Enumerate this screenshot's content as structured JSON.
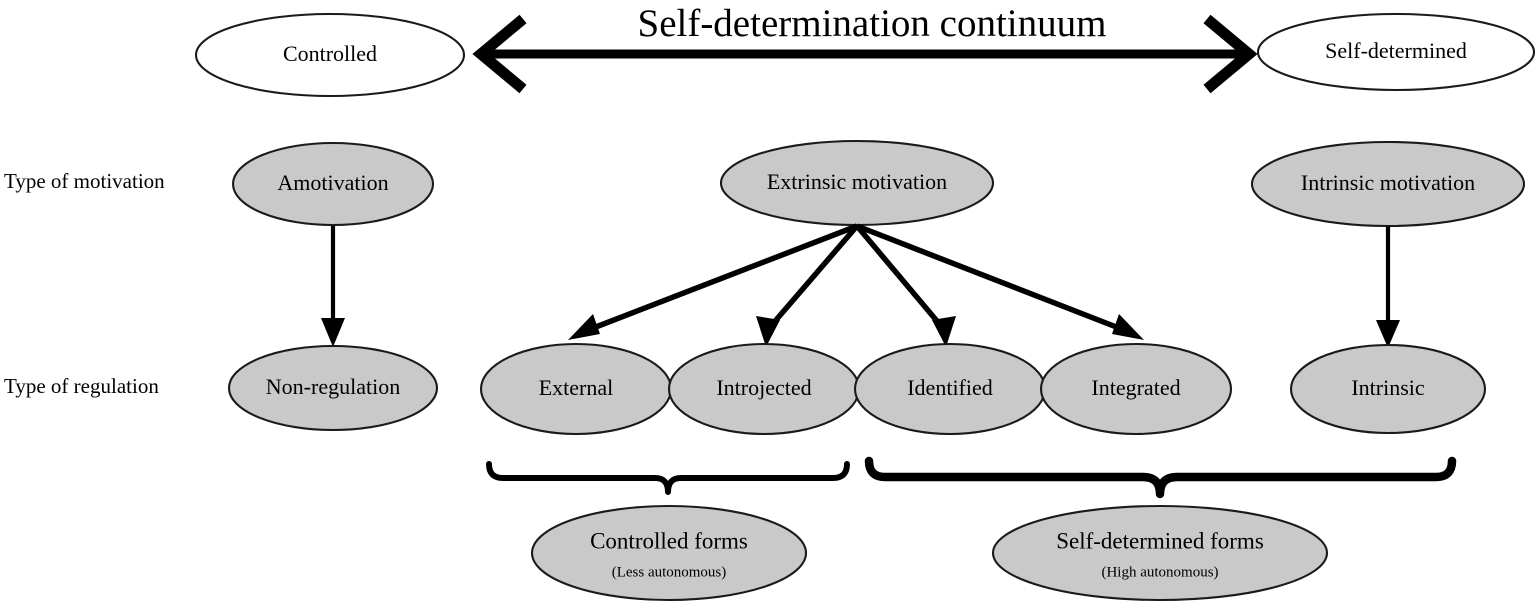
{
  "figure": {
    "title": "Self-determination continuum",
    "background_color": "#ffffff",
    "node_fill_gray": "#c9c9c9",
    "node_fill_white": "#ffffff",
    "stroke_color": "#000000"
  },
  "continuum": {
    "left_pole": "Controlled",
    "right_pole": "Self-determined",
    "title": "Self-determination continuum",
    "arrow_direction": "double"
  },
  "row_labels": {
    "motivation": "Type of motivation",
    "regulation": "Type of regulation"
  },
  "motivation_nodes": [
    {
      "label": "Amotivation"
    },
    {
      "label": "Extrinsic motivation"
    },
    {
      "label": "Intrinsic motivation"
    }
  ],
  "regulation_nodes": [
    {
      "label": "Non-regulation"
    },
    {
      "label": "External"
    },
    {
      "label": "Introjected"
    },
    {
      "label": "Identified"
    },
    {
      "label": "Integrated"
    },
    {
      "label": "Intrinsic"
    }
  ],
  "grouping_nodes": [
    {
      "label": "Controlled forms",
      "sublabel": "(Less autonomous)"
    },
    {
      "label": "Self-determined forms",
      "sublabel": "(High autonomous)"
    }
  ],
  "connections": [
    {
      "from": "Amotivation",
      "to": "Non-regulation"
    },
    {
      "from": "Extrinsic motivation",
      "to": "External"
    },
    {
      "from": "Extrinsic motivation",
      "to": "Introjected"
    },
    {
      "from": "Extrinsic motivation",
      "to": "Identified"
    },
    {
      "from": "Extrinsic motivation",
      "to": "Integrated"
    },
    {
      "from": "Intrinsic motivation",
      "to": "Intrinsic"
    }
  ],
  "braces": [
    {
      "covers": [
        "External",
        "Introjected"
      ],
      "points_to": "Controlled forms"
    },
    {
      "covers": [
        "Identified",
        "Integrated",
        "Intrinsic"
      ],
      "points_to": "Self-determined forms"
    }
  ]
}
